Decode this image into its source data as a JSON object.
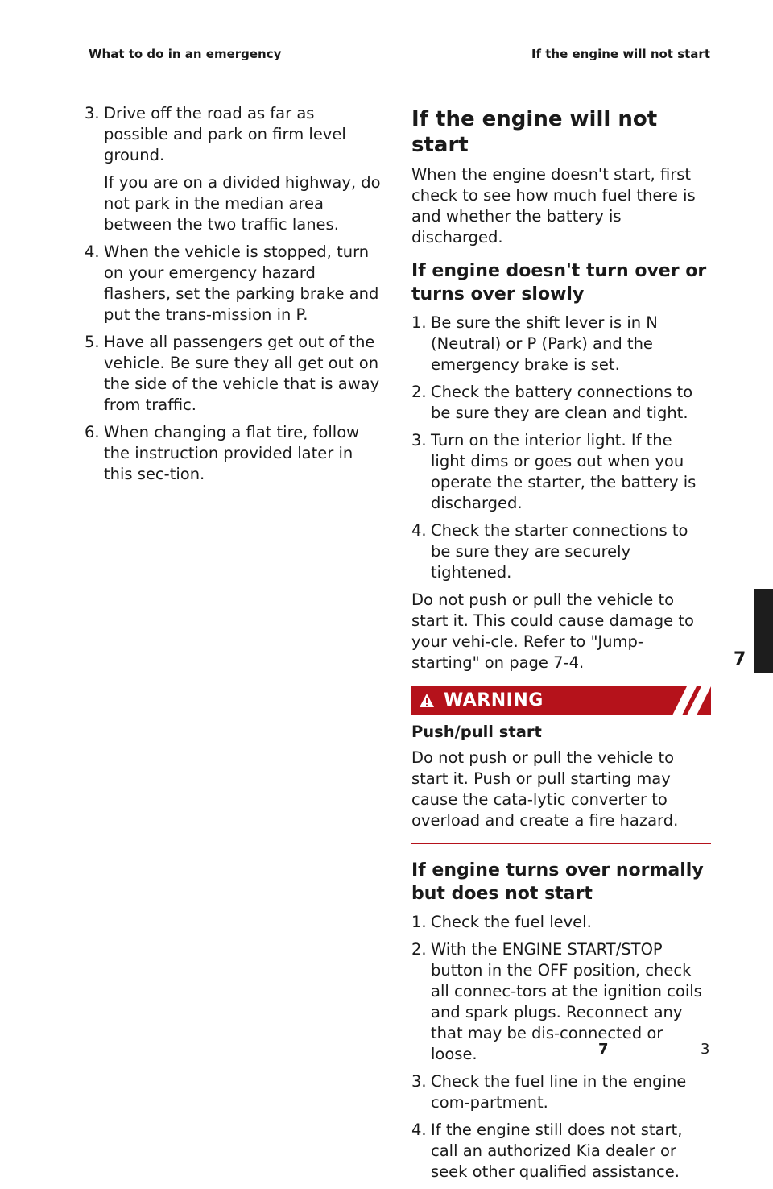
{
  "header": {
    "left": "What to do in an emergency",
    "right": "If the engine will not start"
  },
  "left_column": {
    "items": [
      {
        "num": "3.",
        "text": "Drive off the road as far as possible and park on firm level ground.",
        "sub": "If you are on a divided highway, do not park in the median area between the two traffic lanes."
      },
      {
        "num": "4.",
        "text": "When the vehicle is stopped, turn on your emergency hazard flashers, set the parking brake and put the trans-mission in P."
      },
      {
        "num": "5.",
        "text": "Have all passengers get out of the vehicle. Be sure they all get out on the side of the vehicle that is away from traffic."
      },
      {
        "num": "6.",
        "text": "When changing a flat tire, follow the instruction provided later in this sec-tion."
      }
    ]
  },
  "right_column": {
    "title": "If the engine will not start",
    "intro": "When the engine doesn't start, first check to see how much fuel there is and whether the battery is discharged.",
    "section1": {
      "heading": "If engine doesn't turn over or turns over slowly",
      "items": [
        {
          "num": "1.",
          "text": "Be sure the shift lever is in N (Neutral) or P (Park) and the emergency brake is set."
        },
        {
          "num": "2.",
          "text": "Check the battery connections to be sure they are clean and tight."
        },
        {
          "num": "3.",
          "text": "Turn on the interior light. If the light dims or goes out when you operate the starter, the battery is discharged."
        },
        {
          "num": "4.",
          "text": "Check the starter connections to be sure they are securely tightened."
        }
      ],
      "note": "Do not push or pull the vehicle to start it. This could cause damage to your vehi-cle. Refer to \"Jump-starting\" on page 7-4."
    },
    "warning": {
      "label": "WARNING",
      "title": "Push/pull start",
      "text": "Do not push or pull the vehicle to start it. Push or pull starting may cause the cata-lytic converter to overload and create a fire hazard."
    },
    "section2": {
      "heading": "If engine turns over normally but does not start",
      "items": [
        {
          "num": "1.",
          "text": "Check the fuel level."
        },
        {
          "num": "2.",
          "text": "With the ENGINE START/STOP button in the OFF position, check all connec-tors at the ignition coils and spark plugs. Reconnect any that may be dis-connected or loose."
        },
        {
          "num": "3.",
          "text": "Check the fuel line in the engine com-partment."
        },
        {
          "num": "4.",
          "text": "If the engine still does not start, call an authorized Kia dealer or seek other qualified assistance."
        }
      ]
    }
  },
  "chapter_tab": "7",
  "footer": {
    "chapter": "7",
    "page": "3"
  },
  "colors": {
    "warning_red": "#b5121b",
    "tab_dark": "#1d1d1d"
  }
}
